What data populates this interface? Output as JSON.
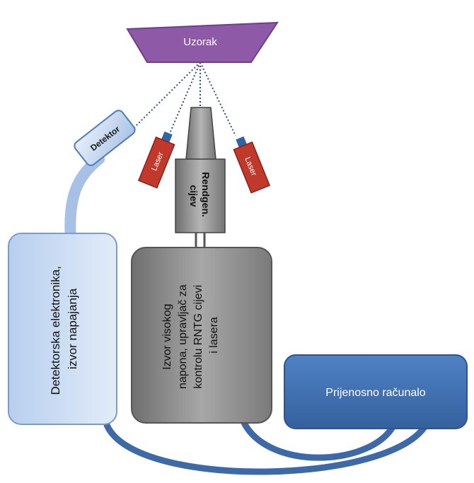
{
  "sample_label": "Uzorak",
  "detector_label": "Detektor",
  "laser_left_label": "Laser",
  "laser_right_label": "Laser",
  "xray_tube_line1": "Rendgen.",
  "xray_tube_line2": "cijev",
  "detector_electronics_line1": "Detektorska elektronika,",
  "detector_electronics_line2": "izvor napajanja",
  "hv_source_line1": "Izvor visokog",
  "hv_source_line2": "napona, upravljač za",
  "hv_source_line3": "kontrolu RNTG cijevi",
  "hv_source_line4": "i lasera",
  "laptop_label": "Prijenosno računalo",
  "colors": {
    "sample": "#8e5aa8",
    "laser": "#c0392b",
    "laser_tip": "#2f63a8",
    "detector": "#c9dcf1",
    "electronics": "#cddff3",
    "hv_source": "#8c8c8c",
    "tube": "#8a8a8a",
    "laptop": "#3f71b5",
    "cable": "#4f7dbb"
  }
}
